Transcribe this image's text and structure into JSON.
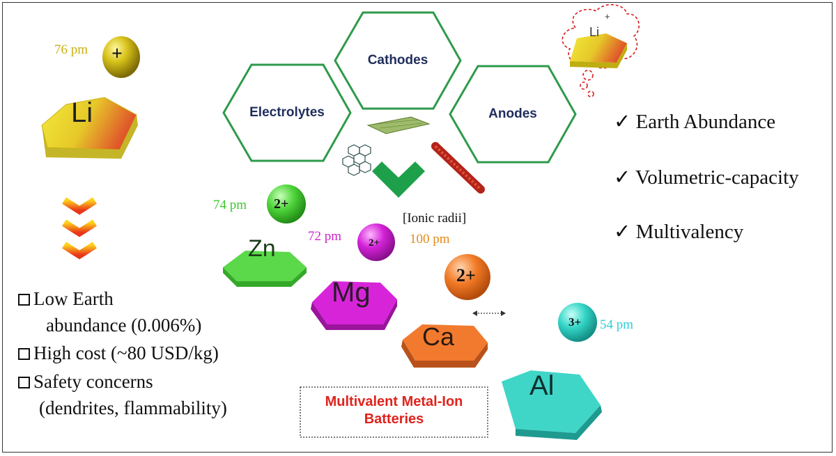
{
  "lithium": {
    "radius_label": "76 pm",
    "charge": "+",
    "element": "Li",
    "cloud_element": "Li",
    "cloud_charge": "+"
  },
  "components": {
    "cathodes": "Cathodes",
    "electrolytes": "Electrolytes",
    "anodes": "Anodes"
  },
  "ionic_radii_label": "[Ionic radii]",
  "ions": [
    {
      "element": "Zn",
      "radius_label": "74 pm",
      "charge": "2+",
      "color": "#46d33a"
    },
    {
      "element": "Mg",
      "radius_label": "72 pm",
      "charge": "2+",
      "color": "#d21fd6"
    },
    {
      "element": "Ca",
      "radius_label": "100 pm",
      "charge": "2+",
      "color": "#f07a2c"
    },
    {
      "element": "Al",
      "radius_label": "54 pm",
      "charge": "3+",
      "color": "#2ed5c8"
    }
  ],
  "advantages": [
    "Earth Abundance",
    "Volumetric-capacity",
    "Multivalency"
  ],
  "check_mark": "✓",
  "drawbacks": {
    "line1": "Low Earth",
    "line2": "abundance (0.006%)",
    "line3": "High cost (~80 USD/kg)",
    "line4": "Safety concerns",
    "line5": "(dendrites, flammability)"
  },
  "title_box": {
    "line1": "Multivalent Metal-Ion",
    "line2": "Batteries"
  },
  "colors": {
    "hex_border": "#2e9a4b",
    "chevron_green": "#1ea04a",
    "title_red": "#e0231c",
    "li_yellow": "#e2d62a",
    "arrow_orange": "#e8461e"
  }
}
